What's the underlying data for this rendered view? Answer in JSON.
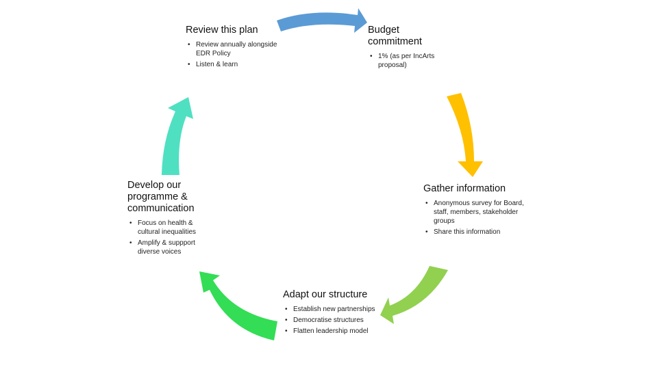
{
  "colors": {
    "arrow_blue": "#5b9bd5",
    "arrow_orange": "#ffc000",
    "arrow_lime": "#92d050",
    "arrow_green": "#33dd55",
    "arrow_teal": "#4fe0c2"
  },
  "stages": {
    "review": {
      "title": "Review this plan",
      "bullets": [
        "Review annually alongside EDR Policy",
        "Listen & learn"
      ]
    },
    "budget": {
      "title_line1": "Budget",
      "title_line2": "commitment",
      "bullets": [
        "1% (as per IncArts proposal)"
      ]
    },
    "gather": {
      "title": "Gather information",
      "bullets": [
        "Anonymous survey for Board, staff, members, stakeholder groups",
        "Share this information"
      ]
    },
    "adapt": {
      "title": "Adapt our structure",
      "bullets": [
        "Establish new partnerships",
        "Democratise structures",
        "Flatten leadership model"
      ]
    },
    "develop": {
      "title_line1": "Develop our",
      "title_line2": "programme &",
      "title_line3": "communication",
      "bullets": [
        "Focus on health & cultural inequalities",
        "Amplify & suppport diverse voices"
      ]
    }
  }
}
